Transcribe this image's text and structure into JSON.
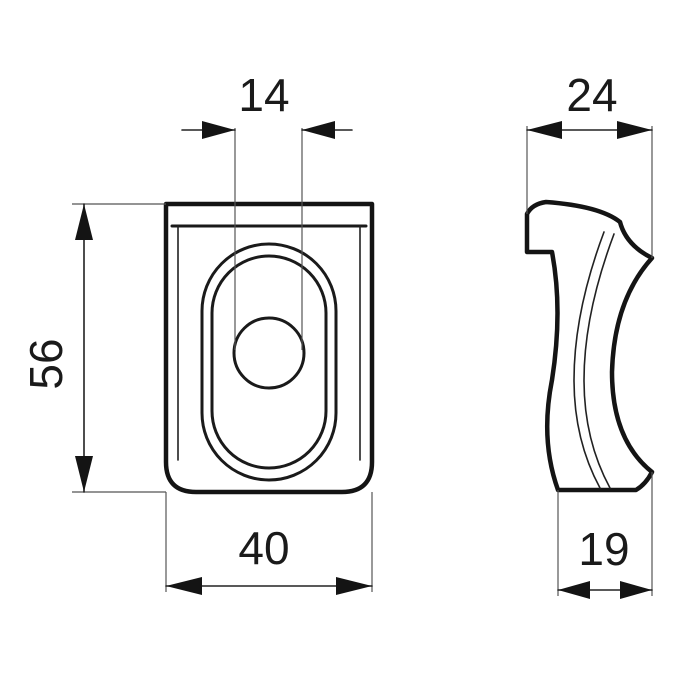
{
  "dimensions": {
    "hole_width": "14",
    "side_width": "24",
    "height": "56",
    "front_width": "40",
    "base_depth": "19"
  }
}
